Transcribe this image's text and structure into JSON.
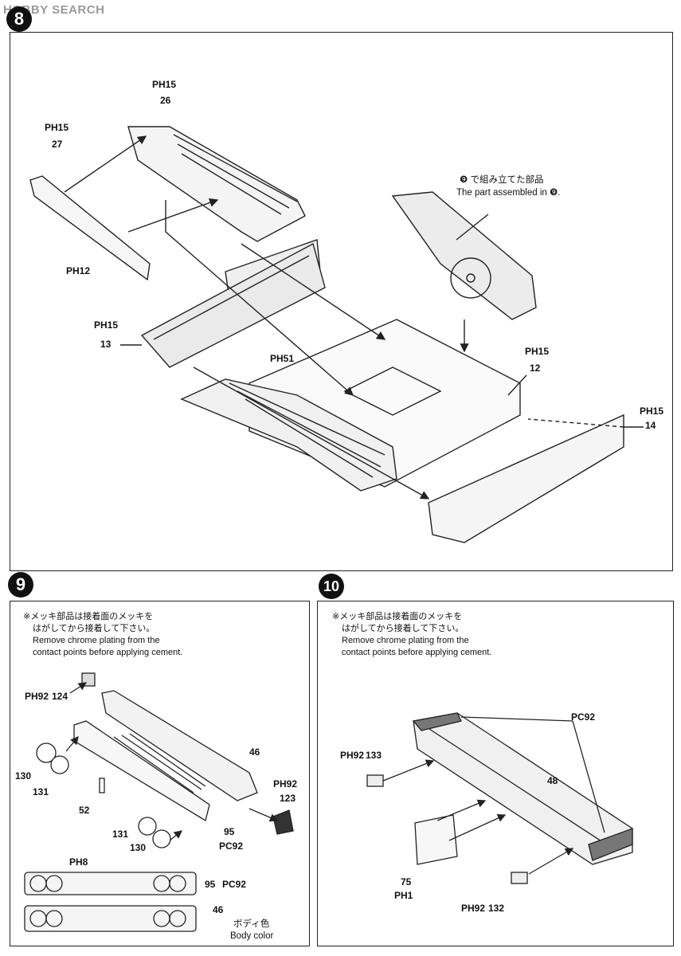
{
  "header": {
    "logo": "HOBBY SEARCH"
  },
  "step8": {
    "number": "8",
    "callout_jp": "❾ で組み立てた部品",
    "callout_en": "The part assembled in ❾.",
    "refs": {
      "r26": "PH15",
      "n26": "26",
      "r27": "PH15",
      "n27": "27",
      "r12a": "PH12",
      "r13": "PH15",
      "n13": "13",
      "r51": "PH51",
      "r12": "PH15",
      "n12": "12",
      "r14": "PH15",
      "n14": "14"
    }
  },
  "step9": {
    "number": "9",
    "note_jp1": "※メッキ部品は接着面のメッキを",
    "note_jp2": "はがしてから接着して下さい。",
    "note_en1": "Remove chrome plating from the",
    "note_en2": "contact points before applying cement.",
    "parts": {
      "r124": "PH92",
      "n124": "124",
      "n46": "46",
      "r123": "PH92",
      "n123": "123",
      "n130a": "130",
      "n131a": "131",
      "n52": "52",
      "n131b": "131",
      "n130b": "130",
      "n95": "95",
      "r95": "PC92",
      "r8": "PH8",
      "n95b": "95",
      "r95b": "PC92",
      "n46b": "46",
      "body_jp": "ボディ色",
      "body_en": "Body color"
    }
  },
  "step10": {
    "number": "10",
    "note_jp1": "※メッキ部品は接着面のメッキを",
    "note_jp2": "はがしてから接着して下さい。",
    "note_en1": "Remove chrome plating from the",
    "note_en2": "contact points before applying cement.",
    "parts": {
      "r92": "PC92",
      "r133": "PH92",
      "n133": "133",
      "n48": "48",
      "n75": "75",
      "r75": "PH1",
      "r132": "PH92",
      "n132": "132"
    }
  }
}
